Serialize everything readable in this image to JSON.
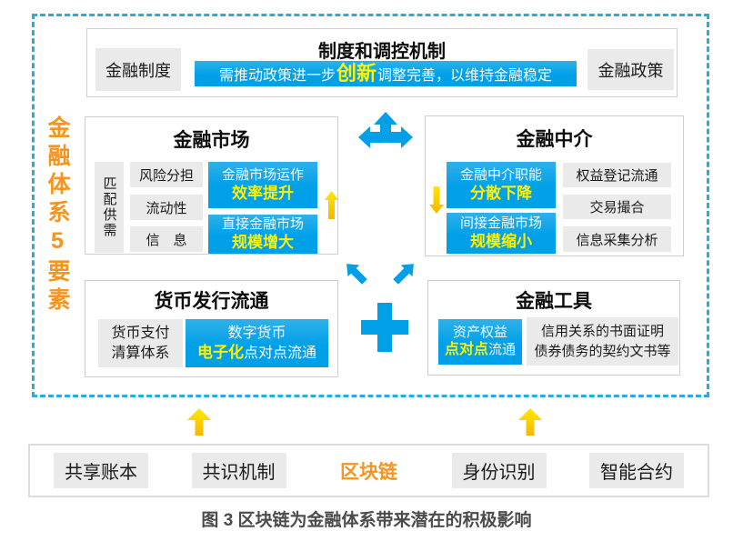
{
  "colors": {
    "cyan": "#00A0E9",
    "yellow": "#FFF100",
    "orange": "#F7941D"
  },
  "side_label": "金融体系5要素",
  "regulation": {
    "title": "制度和调控机制",
    "left_tag": "金融制度",
    "right_tag": "金融政策",
    "banner_pre": "需推动政策进一步",
    "banner_em": "创新",
    "banner_post": "调整完善，以维持金融稳定"
  },
  "market": {
    "title": "金融市场",
    "vertical_tag": "匹配供需",
    "tags": [
      "风险分担",
      "流动性",
      "信　息"
    ],
    "highlights": [
      {
        "line1": "金融市场运作",
        "line2": "效率提升"
      },
      {
        "line1": "直接金融市场",
        "line2": "规模增大"
      }
    ]
  },
  "intermediary": {
    "title": "金融中介",
    "tags": [
      "权益登记流通",
      "交易撮合",
      "信息采集分析"
    ],
    "highlights": [
      {
        "line1": "金融中介职能",
        "line2": "分散下降"
      },
      {
        "line1": "间接金融市场",
        "line2": "规模缩小"
      }
    ]
  },
  "currency": {
    "title": "货币发行流通",
    "tag_line1": "货币支付",
    "tag_line2": "清算体系",
    "hl_line1": "数字货币",
    "hl_line2_em": "电子化",
    "hl_line2_rest": "点对点流通"
  },
  "tools": {
    "title": "金融工具",
    "hl_line1": "资产权益",
    "hl_line2_em": "点对点",
    "hl_line2_rest": "流通",
    "tag_line1": "信用关系的书面证明",
    "tag_line2": "债券债务的契约文书等"
  },
  "foundation": {
    "items": [
      "共享账本",
      "共识机制",
      "区块链",
      "身份识别",
      "智能合约"
    ]
  },
  "caption": "图 3 区块链为金融体系带来潜在的积极影响"
}
